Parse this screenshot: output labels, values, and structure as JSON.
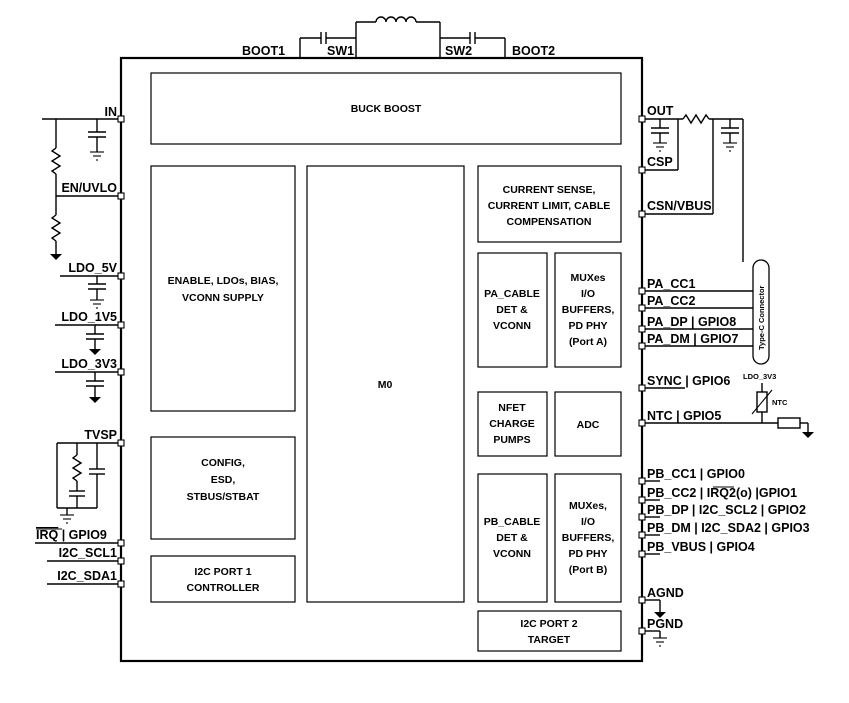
{
  "top_pins": [
    "BOOT1",
    "SW1",
    "SW2",
    "BOOT2"
  ],
  "left_pins": {
    "in": "IN",
    "en_uvlo": "EN/UVLO",
    "ldo_5v": "LDO_5V",
    "ldo_1v5": "LDO_1V5",
    "ldo_3v3": "LDO_3V3",
    "tvsp": "TVSP",
    "irq_gpio9_a": "IRQ",
    "irq_gpio9_b": " | GPIO9",
    "i2c_scl1": "I2C_SCL1",
    "i2c_sda1": "I2C_SDA1"
  },
  "right_pins": {
    "out": "OUT",
    "csp": "CSP",
    "csn_vbus": "CSN/VBUS",
    "pa_cc1": "PA_CC1",
    "pa_cc2": "PA_CC2",
    "pa_dp": "PA_DP | GPIO8",
    "pa_dm": "PA_DM | GPIO7",
    "sync": "SYNC | GPIO6",
    "ntc": "NTC | GPIO5",
    "pb_cc1": "PB_CC1 | GPIO0",
    "pb_cc2_a": "PB_CC2 | ",
    "pb_cc2_b": "IRQ2(o)",
    "pb_cc2_c": " |GPIO1",
    "pb_dp": "PB_DP | I2C_SCL2 | GPIO2",
    "pb_dm": "PB_DM | I2C_SDA2 | GPIO3",
    "pb_vbus": "PB_VBUS | GPIO4",
    "agnd": "AGND",
    "pgnd": "PGND"
  },
  "blocks": {
    "buck_boost": "BUCK BOOST",
    "enable": [
      "ENABLE, LDOs, BIAS,",
      "VCONN SUPPLY"
    ],
    "config": [
      "CONFIG,",
      "ESD,",
      "STBUS/STBAT"
    ],
    "i2c_port1": [
      "I2C PORT 1",
      "CONTROLLER"
    ],
    "m0": "M0",
    "current_sense": [
      "CURRENT SENSE,",
      "CURRENT LIMIT, CABLE",
      "COMPENSATION"
    ],
    "pa_cable": [
      "PA_CABLE",
      "DET &",
      "VCONN"
    ],
    "muxes_a": [
      "MUXes",
      "I/O",
      "BUFFERS,",
      "PD PHY",
      "(Port A)"
    ],
    "nfet": [
      "NFET",
      "CHARGE",
      "PUMPS"
    ],
    "adc": "ADC",
    "pb_cable": [
      "PB_CABLE",
      "DET &",
      "VCONN"
    ],
    "muxes_b": [
      "MUXes,",
      "I/O",
      "BUFFERS,",
      "PD PHY",
      "(Port B)"
    ],
    "i2c_port2": [
      "I2C PORT 2",
      "TARGET"
    ]
  },
  "external": {
    "connector": "Type-C Connector",
    "ldo_3v3_label": "LDO_3V3",
    "ntc_label": "NTC"
  }
}
